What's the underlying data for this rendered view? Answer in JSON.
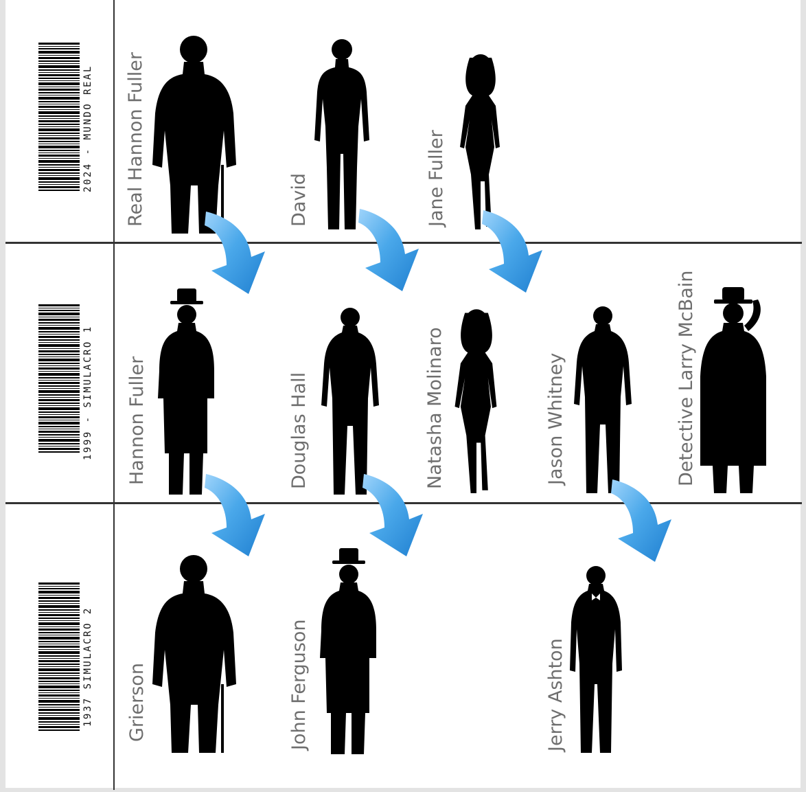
{
  "rows": [
    {
      "label": "2024 - MUNDO REAL",
      "people": [
        "Real Hannon Fuller",
        "David",
        "Jane Fuller"
      ]
    },
    {
      "label": "1999 - SIMULACRO 1",
      "people": [
        "Hannon Fuller",
        "Douglas Hall",
        "Natasha Molinaro",
        "Jason Whitney",
        "Detective Larry McBain"
      ]
    },
    {
      "label": "1937 SIMULACRO 2",
      "people": [
        "Grierson",
        "John Ferguson",
        "Jerry Ashton"
      ]
    }
  ],
  "icons": [
    "person-silhouette-icon",
    "barcode-icon",
    "curved-arrow-icon"
  ],
  "colors": {
    "arrow": "#4aa8ea",
    "silhouette": "#000000",
    "label": "#6e6e6e",
    "line": "#333333"
  }
}
